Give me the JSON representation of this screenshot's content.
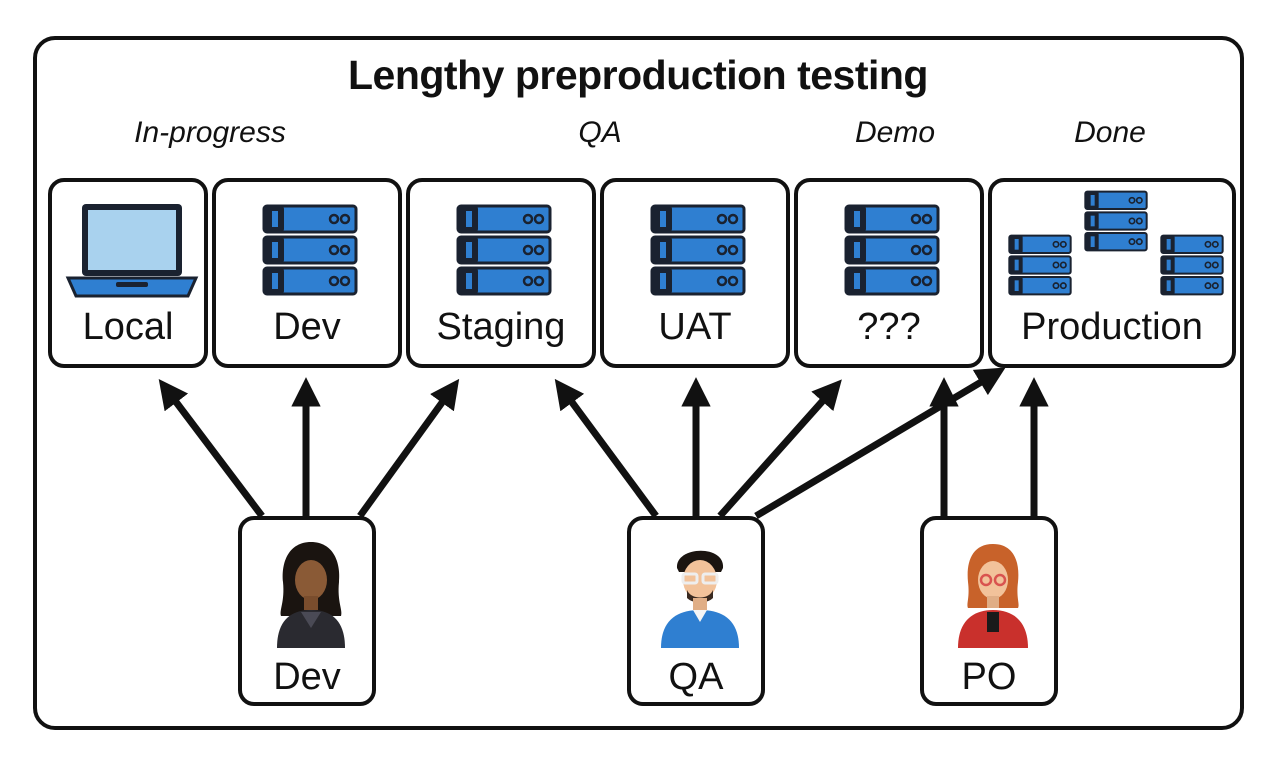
{
  "title": "Lengthy preproduction testing",
  "stages": [
    "In-progress",
    "QA",
    "Demo",
    "Done"
  ],
  "environments": [
    "Local",
    "Dev",
    "Staging",
    "UAT",
    "???",
    "Production"
  ],
  "roles": [
    "Dev",
    "QA",
    "PO"
  ],
  "colors": {
    "server_blue": "#2f7fd1",
    "server_dark": "#1a2230",
    "laptop_screen": "#a9d2ee",
    "outline": "#111111"
  }
}
